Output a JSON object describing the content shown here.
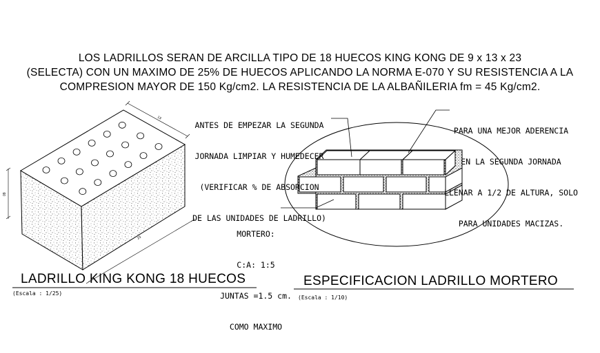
{
  "spec_text": {
    "line1": "LOS LADRILLOS SERAN DE ARCILLA TIPO DE 18 HUECOS KING KONG DE 9 x 13 x 23",
    "line2": "(SELECTA) CON UN MAXIMO DE 25% DE HUECOS APLICANDO LA NORMA E-070 Y SU RESISTENCIA A LA",
    "line3": "COMPRESION MAYOR DE 150 Kg/cm2. LA RESISTENCIA DE LA ALBAÑILERIA fm = 45 Kg/cm2."
  },
  "notes": {
    "moisten": [
      "ANTES DE EMPEZAR LA SEGUNDA",
      "JORNADA LIMPIAR Y HUMEDECER",
      "(VERIFICAR % DE ABSORCION",
      "DE LAS UNIDADES DE LADRILLO)"
    ],
    "adherence": [
      "PARA UNA MEJOR ADERENCIA",
      "EN LA SEGUNDA JORNADA",
      "LLENAR A 1/2 DE ALTURA, SOLO",
      "PARA UNIDADES MACIZAS."
    ],
    "mortar": [
      "MORTERO:",
      "C:A: 1:5",
      "JUNTAS =1.5 cm.",
      "COMO MAXIMO"
    ]
  },
  "dimensions": {
    "length": "23",
    "width": "13",
    "height": "09"
  },
  "titles": {
    "left": "LADRILLO KING KONG 18 HUECOS",
    "left_scale": "(Escala : 1/25)",
    "right": "ESPECIFICACION LADRILLO MORTERO",
    "right_scale": "(Escala : 1/10)"
  }
}
